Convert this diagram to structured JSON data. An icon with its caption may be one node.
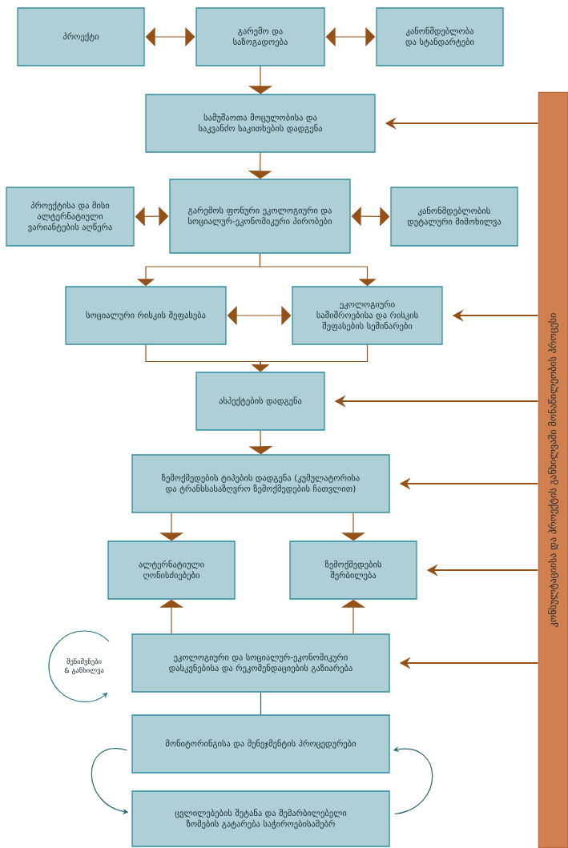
{
  "diagram": {
    "nodes": [
      {
        "text": [
          "პროექტი"
        ]
      },
      {
        "text": [
          "გარემო და საზოგადოება"
        ]
      },
      {
        "text": [
          "კანონმდებლობა და სტანდარტები"
        ]
      },
      {
        "text": [
          "სამუშაოთა მოცულობისა და საკვანძო საკითხების დადგენა"
        ]
      },
      {
        "text": [
          "პროექტისა და მისი ალტერნატიული ვარიანტების აღწერა"
        ]
      },
      {
        "text": [
          "გარემოს ფონური ეკოლოგიური და სოციალურ-ეკონომიკური პირობები"
        ]
      },
      {
        "text": [
          "კანონმდებლობის დეტალური მიმოხილვა"
        ]
      },
      {
        "text": [
          "სოციალური რისკის შეფასება"
        ]
      },
      {
        "text": [
          "ეკოლოგიური საშიშროებისა და რისკის შეფასების სემინარები"
        ]
      },
      {
        "text": [
          "ასპექტების დადგენა"
        ]
      },
      {
        "text": [
          "ზემოქმედების ტიპების დადგენა (კუმულატორისა და ტრანსსასაზღვრო ზემოქმედების ჩათვლით)"
        ]
      },
      {
        "text": [
          "ალტერნატიული ღონისძიებები"
        ]
      },
      {
        "text": [
          "ზემოქმედების შერბილება"
        ]
      },
      {
        "text": [
          "შენიშვნები & განხილვა"
        ]
      },
      {
        "text": [
          "ეკოლოგიური და სოციალურ-ეკონომიკური დასკვნებისა და რეკომენდაციების გაზიარება"
        ]
      },
      {
        "text": [
          "მონიტორინგისა და მენეჯმენტის პროცედურები"
        ]
      },
      {
        "text": [
          "ცვლილებების შეტანა და შემარბილებელი ზომების გატარება საჭიროებისამებრ"
        ]
      },
      {
        "text": [
          "კონსულტაციისა და პროექტის განხილვაში მონაწილეობის პროცესი"
        ]
      }
    ],
    "edges": [
      {
        "from": 0,
        "to": 1,
        "arrow": "both"
      },
      {
        "from": 1,
        "to": 2,
        "arrow": "both"
      },
      {
        "from": 1,
        "to": 3,
        "arrow": "to"
      },
      {
        "from": 3,
        "to": 5,
        "arrow": "to"
      },
      {
        "from": 4,
        "to": 5,
        "arrow": "both"
      },
      {
        "from": 5,
        "to": 6,
        "arrow": "both"
      },
      {
        "from": 5,
        "to": 7,
        "arrow": "to"
      },
      {
        "from": 5,
        "to": 8,
        "arrow": "to"
      },
      {
        "from": 7,
        "to": 8,
        "arrow": "both"
      },
      {
        "from": 7,
        "to": 9,
        "arrow": "to"
      },
      {
        "from": 8,
        "to": 9,
        "arrow": "to"
      },
      {
        "from": 9,
        "to": 10,
        "arrow": "to"
      },
      {
        "from": 10,
        "to": 11,
        "arrow": "to"
      },
      {
        "from": 10,
        "to": 12,
        "arrow": "to"
      },
      {
        "from": 14,
        "to": 11,
        "arrow": "to"
      },
      {
        "from": 14,
        "to": 12,
        "arrow": "to"
      },
      {
        "from": 14,
        "to": 15,
        "arrow": "none",
        "color": "#2e7f8f"
      },
      {
        "from": 15,
        "to": 16,
        "arrow": "to",
        "color": "#2e7f8f"
      },
      {
        "from": 16,
        "to": 15,
        "arrow": "to",
        "color": "#2e7f8f"
      },
      {
        "from": 17,
        "to": 3,
        "arrow": "to"
      },
      {
        "from": 17,
        "to": 8,
        "arrow": "to"
      },
      {
        "from": 17,
        "to": 9,
        "arrow": "to"
      },
      {
        "from": 17,
        "to": 10,
        "arrow": "to"
      },
      {
        "from": 17,
        "to": 12,
        "arrow": "to"
      },
      {
        "from": 17,
        "to": 14,
        "arrow": "to"
      }
    ]
  }
}
